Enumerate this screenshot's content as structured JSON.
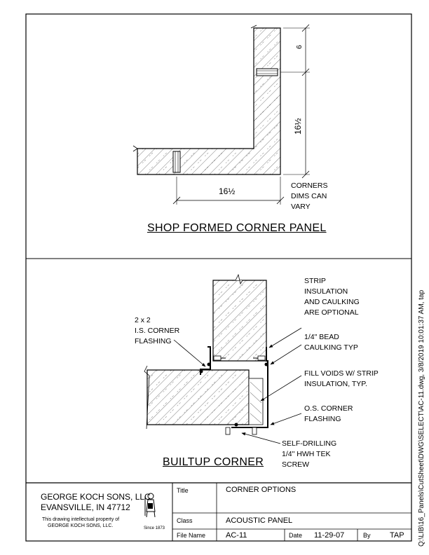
{
  "top_drawing": {
    "title": "SHOP FORMED CORNER PANEL",
    "dim_vertical_small": "6",
    "dim_vertical_large": "16½",
    "dim_horizontal": "16½",
    "note_lines": [
      "CORNERS",
      "DIMS CAN",
      "VARY"
    ]
  },
  "bottom_drawing": {
    "title": "BUILTUP CORNER",
    "callout_strip": [
      "STRIP",
      "INSULATION",
      "AND CAULKING",
      "ARE OPTIONAL"
    ],
    "callout_is_flashing": [
      "2 x 2",
      "I.S. CORNER",
      "FLASHING"
    ],
    "callout_bead": [
      "1/4\" BEAD",
      "CAULKING TYP"
    ],
    "callout_fill": [
      "FILL VOIDS W/ STRIP",
      "INSULATION, TYP."
    ],
    "callout_os_flashing": [
      "O.S. CORNER",
      "FLASHING"
    ],
    "callout_screw": [
      "SELF-DRILLING",
      "1/4\" HWH TEK",
      "SCREW"
    ]
  },
  "title_block": {
    "company_line1": "GEORGE KOCH SONS, LLC",
    "company_line2": "EVANSVILLE, IN 47712",
    "property_line1": "This drawing intellectual property of",
    "property_line2": "GEORGE KOCH SONS, LLC.",
    "logo_caption": "Since 1873",
    "title_label": "Title",
    "title_value": "CORNER OPTIONS",
    "class_label": "Class",
    "class_value": "ACOUSTIC PANEL",
    "file_label": "File Name",
    "file_value": "AC-11",
    "date_label": "Date",
    "date_value": "11-29-07",
    "by_label": "By",
    "by_value": "TAP"
  },
  "side_path": "Q:\\LIB\\16_Panels\\CutSheet\\DWG\\SELECT\\AC-11.dwg, 3/8/2019 10:01:37 AM, tap"
}
